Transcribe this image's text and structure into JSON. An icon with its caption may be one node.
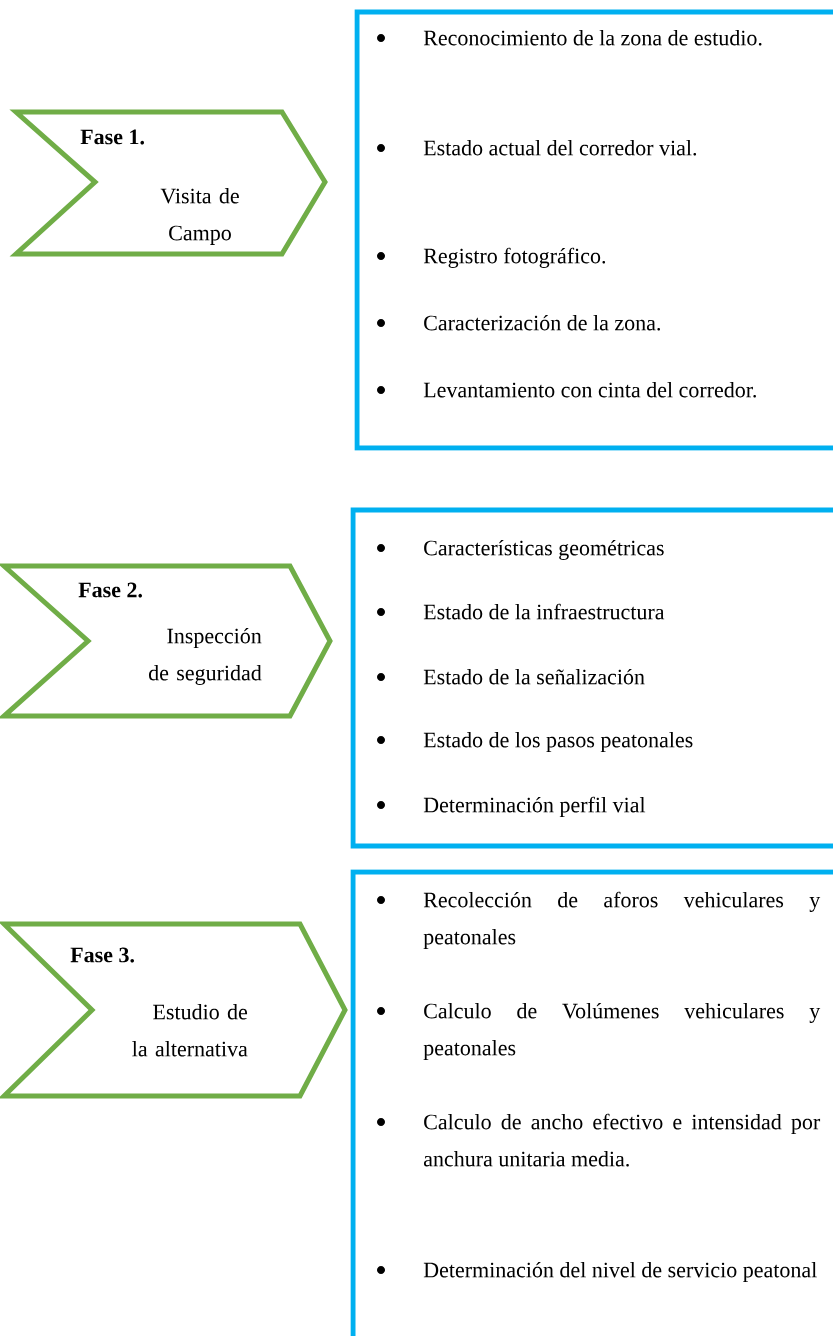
{
  "diagram": {
    "nodes": [
      {
        "text": [
          "Fase 1.",
          "Visita de Campo"
        ]
      },
      {
        "text": [
          "Reconocimiento de la zona de estudio.",
          "Estado actual del corredor vial.",
          "Registro fotográfico.",
          "Caracterización de la zona.",
          "Levantamiento con cinta del corredor."
        ]
      },
      {
        "text": [
          "Fase 2.",
          "Inspección de seguridad"
        ]
      },
      {
        "text": [
          "Características geométricas",
          "Estado de la infraestructura",
          "Estado de la señalización",
          "Estado de los pasos peatonales",
          "Determinación perfil vial"
        ]
      },
      {
        "text": [
          "Fase 3.",
          "Estudio de la alternativa"
        ]
      },
      {
        "text": [
          "Recolección de aforos vehiculares y peatonales",
          "Calculo de Volúmenes vehiculares y peatonales",
          "Calculo de ancho efectivo e intensidad por anchura unitaria media.",
          "Determinación del nivel de servicio peatonal"
        ]
      }
    ]
  }
}
